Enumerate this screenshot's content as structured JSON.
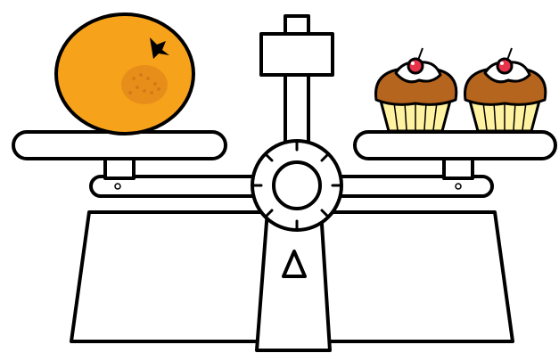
{
  "scene": {
    "left_pan_item": "orange",
    "right_pan_items": [
      "cupcake",
      "cupcake"
    ]
  },
  "colors": {
    "outline": "#000000",
    "background": "#ffffff",
    "orange_fill": "#f7a21b",
    "orange_texture": "#e0861a",
    "cupcake_frosting": "#ffffff",
    "cupcake_top": "#b5651d",
    "cupcake_wrapper": "#fff2a0",
    "cherry": "#e8334a",
    "cherry_highlight": "#ffffff"
  }
}
